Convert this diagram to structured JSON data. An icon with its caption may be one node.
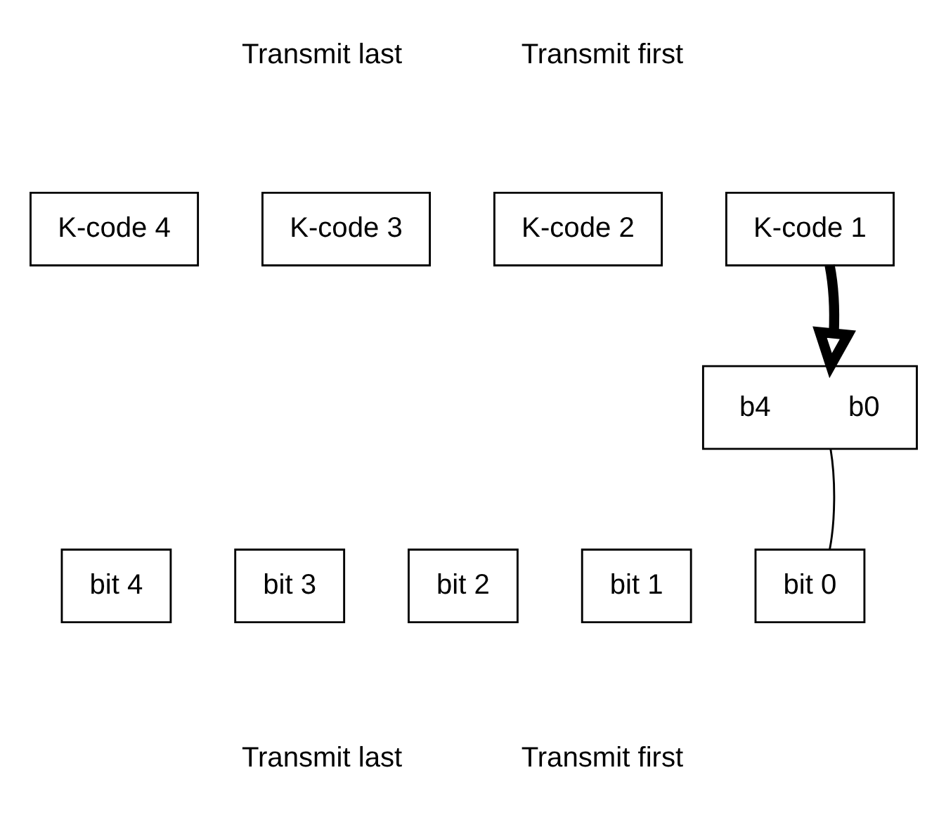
{
  "diagram": {
    "nodes": [
      {
        "text": [
          "K-code 4"
        ]
      },
      {
        "text": [
          "K-code 3"
        ]
      },
      {
        "text": [
          "K-code 2"
        ]
      },
      {
        "text": [
          "K-code 1"
        ]
      },
      {
        "text": [
          "b4",
          "b0"
        ]
      },
      {
        "text": [
          "bit 4"
        ]
      },
      {
        "text": [
          "bit 3"
        ]
      },
      {
        "text": [
          "bit 2"
        ]
      },
      {
        "text": [
          "bit 1"
        ]
      },
      {
        "text": [
          "bit 0"
        ]
      }
    ],
    "edges": [
      {
        "from": 3,
        "to": 4,
        "arrow": "to",
        "style": "thick"
      },
      {
        "from": 4,
        "to": 9,
        "arrow": "none"
      }
    ],
    "labels": [
      "Transmit last",
      "Transmit first",
      "Transmit last",
      "Transmit first"
    ]
  }
}
